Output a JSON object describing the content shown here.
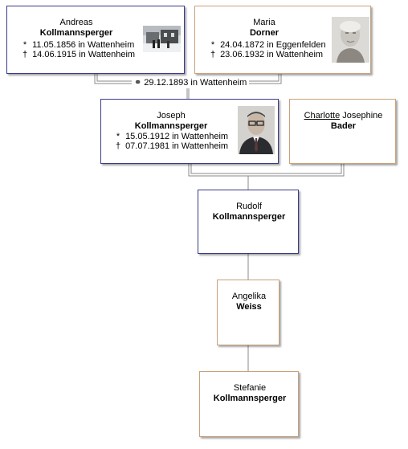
{
  "marriage": {
    "symbol": "⚭",
    "text": "29.12.1893 in Wattenheim"
  },
  "persons": {
    "andreas": {
      "given": "Andreas",
      "surname": "Kollmannsperger",
      "birth": {
        "symbol": "*",
        "text": "11.05.1856 in Wattenheim"
      },
      "death": {
        "symbol": "†",
        "text": "14.06.1915 in Wattenheim"
      }
    },
    "maria": {
      "given": "Maria",
      "surname": "Dorner",
      "birth": {
        "symbol": "*",
        "text": "24.04.1872 in Eggenfelden"
      },
      "death": {
        "symbol": "†",
        "text": "23.06.1932 in Wattenheim"
      }
    },
    "joseph": {
      "given": "Joseph",
      "surname": "Kollmannsperger",
      "birth": {
        "symbol": "*",
        "text": "15.05.1912 in Wattenheim"
      },
      "death": {
        "symbol": "†",
        "text": "07.07.1981 in Wattenheim"
      }
    },
    "charlotte": {
      "given_first": "Charlotte",
      "given_second": "Josephine",
      "surname": "Bader"
    },
    "rudolf": {
      "given": "Rudolf",
      "surname": "Kollmannsperger"
    },
    "angelika": {
      "given": "Angelika",
      "surname": "Weiss"
    },
    "stefanie": {
      "given": "Stefanie",
      "surname": "Kollmannsperger"
    }
  },
  "colors": {
    "male_border": "#3a3a8c",
    "female_border": "#c9a27a",
    "line": "#8a8a8a"
  }
}
